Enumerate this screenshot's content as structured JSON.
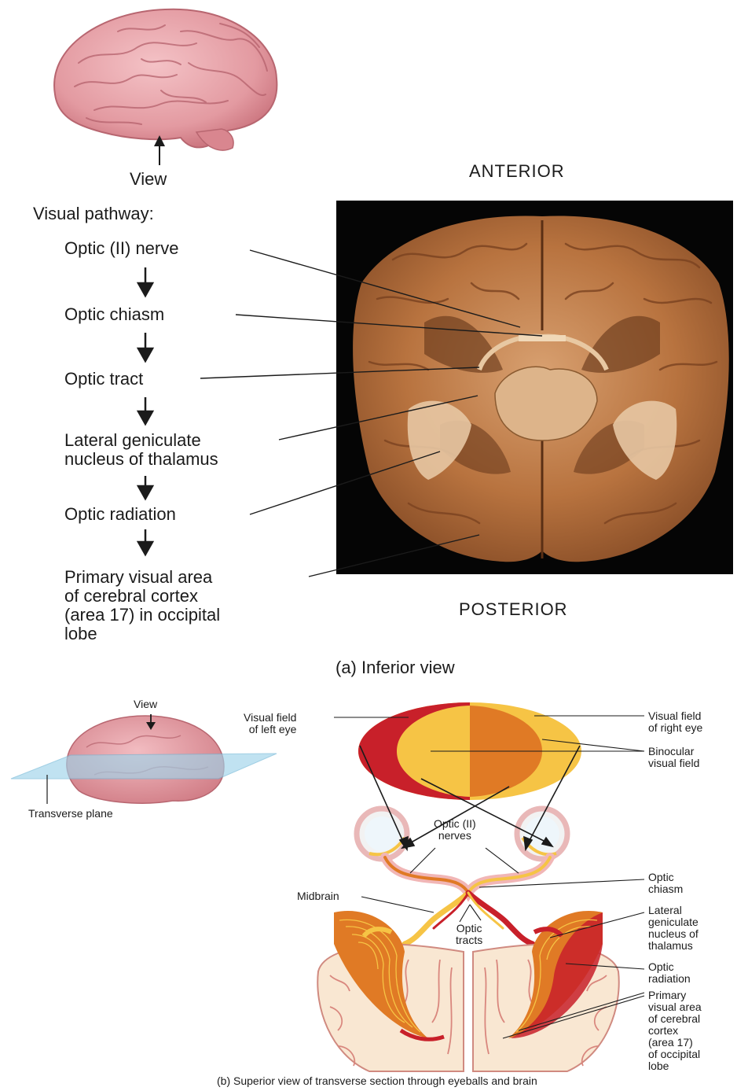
{
  "panel_a": {
    "view_label": "View",
    "anterior": "ANTERIOR",
    "posterior": "POSTERIOR",
    "pathway_title": "Visual pathway:",
    "steps": [
      "Optic (II) nerve",
      "Optic chiasm",
      "Optic tract",
      "Lateral geniculate\nnucleus of thalamus",
      "Optic radiation",
      "Primary visual area\nof cerebral cortex\n(area 17) in occipital\nlobe"
    ],
    "caption": "(a) Inferior view"
  },
  "panel_b": {
    "view_label": "View",
    "plane_label": "Transverse plane",
    "visual_field_left": "Visual field\nof left eye",
    "visual_field_right": "Visual field\nof right eye",
    "binocular": "Binocular\nvisual field",
    "optic_nerves": "Optic (II)\nnerves",
    "optic_chiasm": "Optic\nchiasm",
    "midbrain": "Midbrain",
    "optic_tracts": "Optic\ntracts",
    "lgn": "Lateral\ngeniculate\nnucleus of\nthalamus",
    "optic_radiation": "Optic\nradiation",
    "primary_visual": "Primary\nvisual area\nof cerebral\ncortex\n(area 17)\nof occipital\nlobe",
    "caption": "(b) Superior view of transverse section through eyeballs and brain"
  },
  "colors": {
    "brain_pink": "#e9a3a9",
    "brain_photo": "#b97843",
    "field_red": "#c8202a",
    "field_orange": "#e07a25",
    "field_yellow": "#f6c445"
  }
}
